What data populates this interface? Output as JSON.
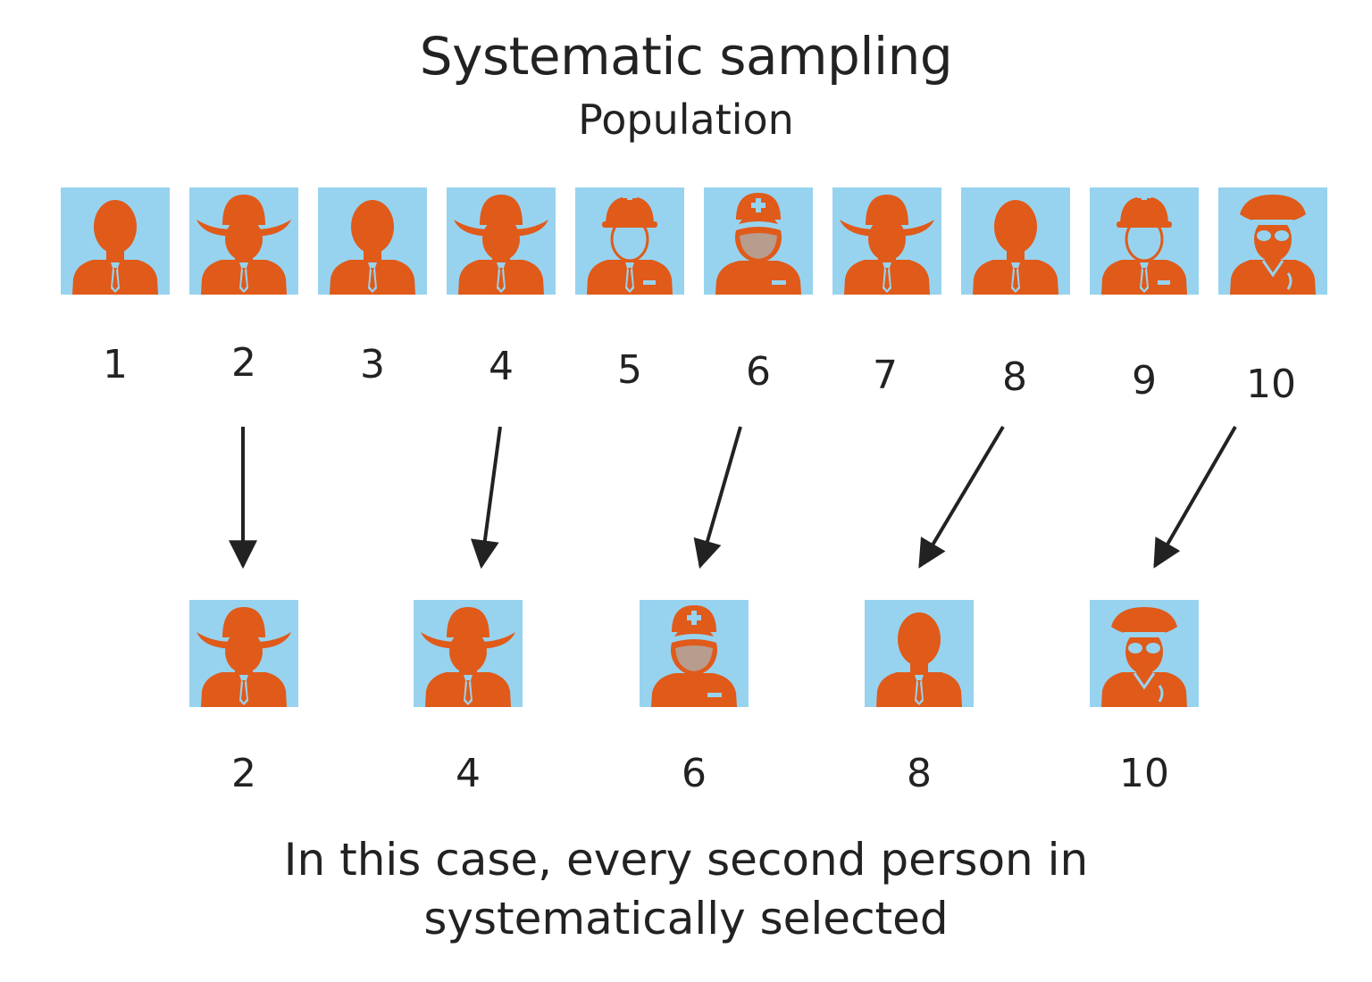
{
  "title": "Systematic sampling",
  "subtitle": "Population",
  "colors": {
    "tile_bg": "#97d3ef",
    "figure": "#e05a1a",
    "arrow": "#222222"
  },
  "population": [
    {
      "label": "1",
      "icon": "businessman-icon"
    },
    {
      "label": "2",
      "icon": "cowboy-icon"
    },
    {
      "label": "3",
      "icon": "businessman-icon"
    },
    {
      "label": "4",
      "icon": "cowboy-icon"
    },
    {
      "label": "5",
      "icon": "construction-worker-icon"
    },
    {
      "label": "6",
      "icon": "doctor-icon"
    },
    {
      "label": "7",
      "icon": "cowboy-icon"
    },
    {
      "label": "8",
      "icon": "businessman-icon"
    },
    {
      "label": "9",
      "icon": "construction-worker-icon"
    },
    {
      "label": "10",
      "icon": "pilot-icon"
    }
  ],
  "sample": [
    {
      "label": "2",
      "icon": "cowboy-icon"
    },
    {
      "label": "4",
      "icon": "cowboy-icon"
    },
    {
      "label": "6",
      "icon": "doctor-icon"
    },
    {
      "label": "8",
      "icon": "businessman-icon"
    },
    {
      "label": "10",
      "icon": "pilot-icon"
    }
  ],
  "caption": {
    "line1": "In this case, every second person in",
    "line2": "systematically selected"
  }
}
